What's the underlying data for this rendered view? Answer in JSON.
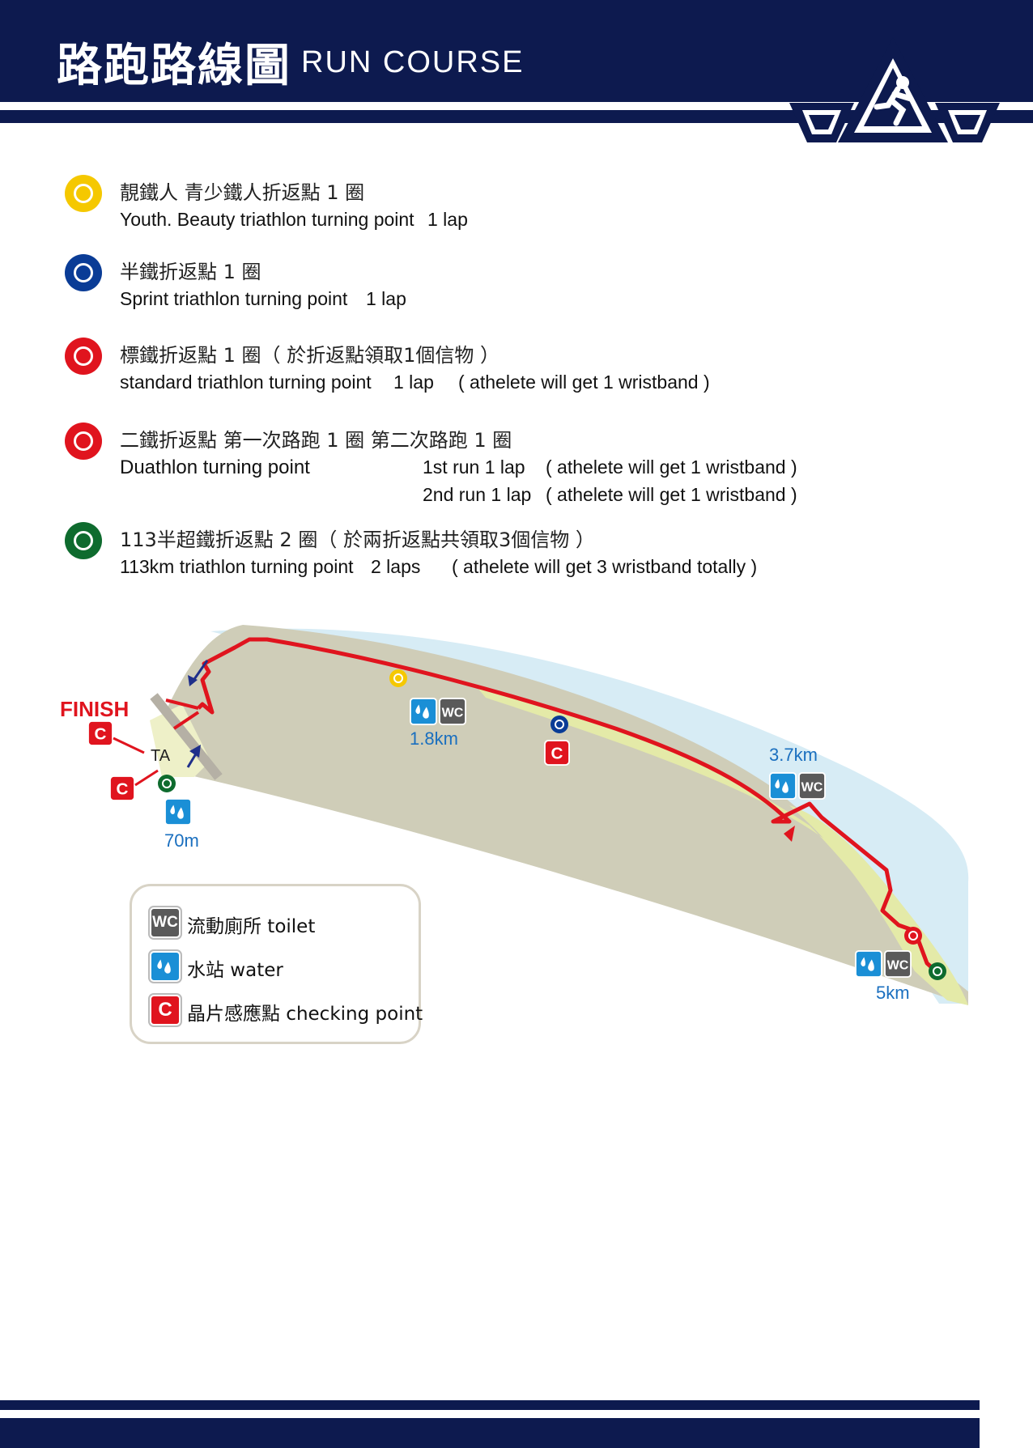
{
  "header": {
    "title_zh": "路跑路線圖",
    "title_en": "RUN COURSE",
    "logo": "triathlon-runner-logo"
  },
  "legend": [
    {
      "color": "#f5c800",
      "zh": "靚鐵人  青少鐵人折返點    1 圈",
      "en_name": "Youth. Beauty triathlon turning point",
      "en_laps": "1 lap",
      "en_note": ""
    },
    {
      "color": "#0a3c96",
      "zh": "半鐵折返點    1 圈",
      "en_name": "Sprint triathlon turning point",
      "en_laps": "1 lap",
      "en_note": ""
    },
    {
      "color": "#e0141e",
      "zh": "標鐵折返點    1 圈（ 於折返點領取1個信物 ）",
      "en_name": "standard triathlon turning point",
      "en_laps": "1 lap",
      "en_note": "( athelete will get 1 wristband )"
    },
    {
      "color": "#e0141e",
      "zh": "二鐵折返點   第一次路跑  1 圈    第二次路跑  1 圈",
      "en_name": "Duathlon turning point",
      "en_laps": "1st run 1 lap",
      "en_note": "( athelete will get 1 wristband )",
      "en_laps2": "2nd run 1 lap",
      "en_note2": "( athelete will get 1 wristband )"
    },
    {
      "color": "#0e6b2e",
      "zh": "113半超鐵折返點     2 圈（ 於兩折返點共領取3個信物 ）",
      "en_name": "113km triathlon turning point",
      "en_laps": "2 laps",
      "en_note": "( athelete will get 3 wristband totally )"
    }
  ],
  "map": {
    "finish_label": "FINISH",
    "ta_label": "TA",
    "stations": [
      {
        "label": "70m",
        "icons": [
          "water"
        ]
      },
      {
        "label": "1.8km",
        "icons": [
          "water",
          "toilet"
        ]
      },
      {
        "label": "3.7km",
        "icons": [
          "water",
          "toilet"
        ]
      },
      {
        "label": "5km",
        "icons": [
          "water",
          "toilet"
        ]
      }
    ],
    "route_color": "#e0141e",
    "checkpoint_letter": "C",
    "toilet_letters": "WC"
  },
  "key": {
    "items": [
      {
        "icon": "toilet-icon",
        "symbol": "WC",
        "label": "流動廁所 toilet",
        "color": "#5a5a5a"
      },
      {
        "icon": "water-icon",
        "symbol": "",
        "label": "水站 water",
        "color": "#1a8fd6"
      },
      {
        "icon": "checkpoint-icon",
        "symbol": "C",
        "label": "晶片感應點 checking point",
        "color": "#e0141e"
      }
    ]
  }
}
